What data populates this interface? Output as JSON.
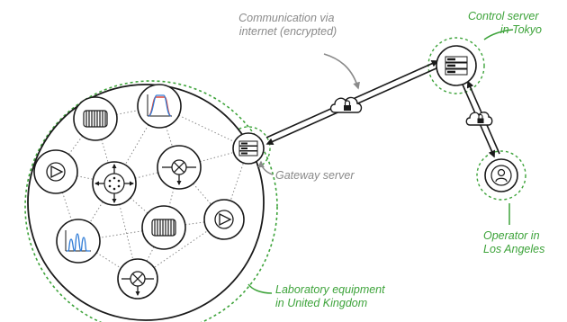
{
  "labels": {
    "communication_line1": "Communication via",
    "communication_line2": "internet (encrypted)",
    "control_line1": "Control server",
    "control_line2": "in Tokyo",
    "gateway": "Gateway server",
    "operator_line1": "Operator in",
    "operator_line2": "Los Angeles",
    "lab_line1": "Laboratory equipment",
    "lab_line2": "in United Kingdom"
  },
  "colors": {
    "accent_green": "#3da33a",
    "annotation_grey": "#8a8a8a",
    "ink": "#1a1a1a",
    "spectrum_blue": "#2e7bd6",
    "spectrum_red": "#e0473a"
  },
  "icons": {
    "control": "server-rack-icon",
    "gateway": "server-rack-icon",
    "operator": "user-avatar-icon",
    "cloud_links": "cloud-lock-icon",
    "lab_devices": [
      "coil-icon",
      "spectrum-plot-icon",
      "pump-icon",
      "switch-valve-icon",
      "mixing-valve-icon",
      "coil-icon",
      "pump-icon",
      "spectrum-plot-icon",
      "mixing-valve-icon"
    ]
  }
}
